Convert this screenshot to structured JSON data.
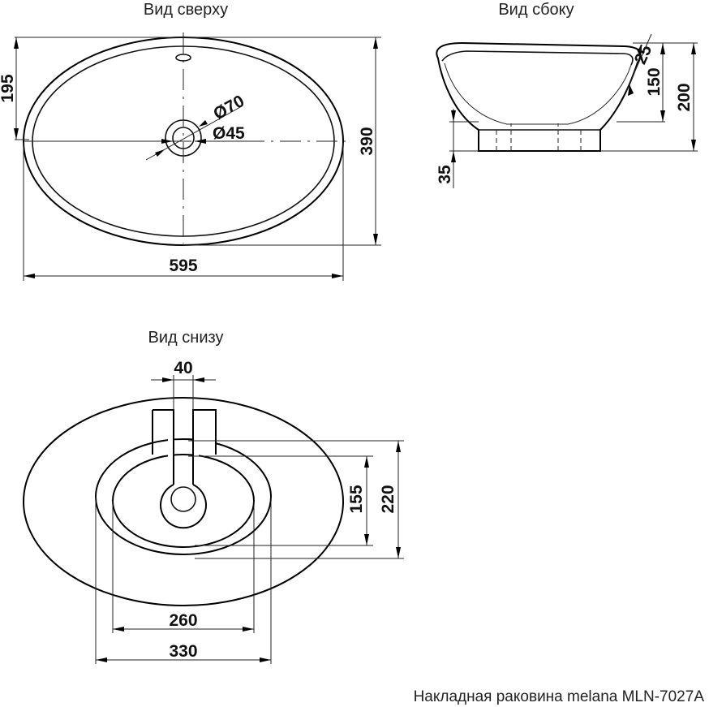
{
  "views": {
    "top": {
      "title": "Вид сверху",
      "dims": {
        "length": "595",
        "width": "390",
        "half_width": "195",
        "outer_diameter": "Ø70",
        "inner_diameter": "Ø45"
      }
    },
    "side": {
      "title": "Вид сбоку",
      "dims": {
        "total_height": "200",
        "bowl_height": "150",
        "rim": "25",
        "base_height": "35"
      }
    },
    "bottom": {
      "title": "Вид снизу",
      "dims": {
        "slot_width": "40",
        "inner_length": "260",
        "outer_length": "330",
        "inner_width": "155",
        "outer_width": "220"
      }
    }
  },
  "caption": "Накладная раковина melana MLN-7027A"
}
